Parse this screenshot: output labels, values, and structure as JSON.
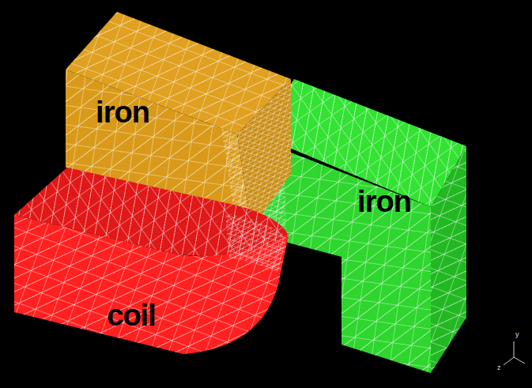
{
  "diagram": {
    "nodes": [
      {
        "text": [
          "iron"
        ]
      },
      {
        "text": [
          "iron"
        ]
      },
      {
        "text": [
          "coil"
        ]
      }
    ],
    "labels": [
      "y",
      "z"
    ]
  }
}
